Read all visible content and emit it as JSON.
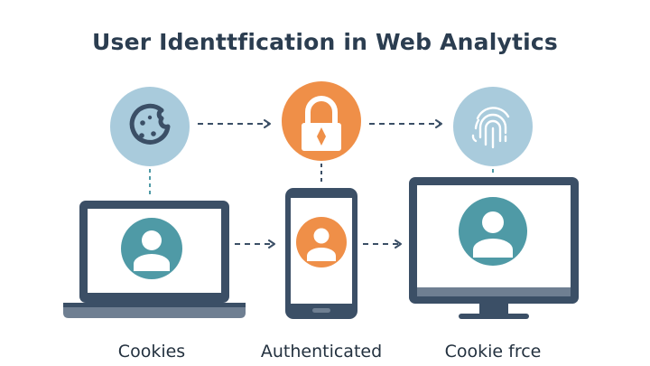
{
  "title": "User Identtfication in Web Analytics",
  "captions": [
    "Cookies",
    "Authenticated",
    "Cookie frce"
  ],
  "colors": {
    "navy": "#3b4f66",
    "light_blue": "#a9cbdc",
    "orange": "#ef8f48",
    "teal": "#4f9aa6",
    "screen": "#ffffff",
    "base": "#6f7f92"
  },
  "icons": [
    "cookie-icon",
    "padlock-icon",
    "fingerprint-icon",
    "user-avatar-icon"
  ]
}
